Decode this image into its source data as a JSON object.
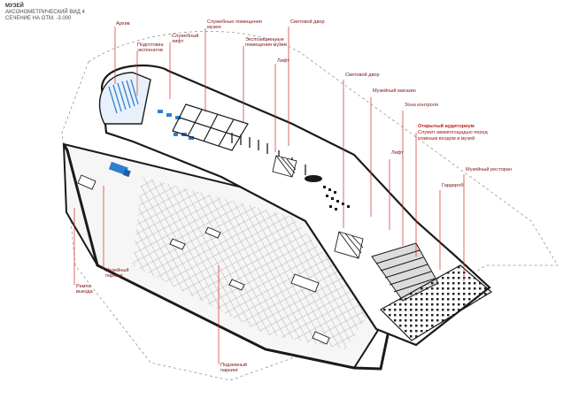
{
  "header": {
    "title": "МУЗЕЙ",
    "line2": "АКСОНОМЕТРИЧЕСКИЙ ВИД 4",
    "line3": "СЕЧЕНИЕ НА ОТМ. -3.000"
  },
  "labels": {
    "archive": "Архив",
    "prep": "Подготовка",
    "prep2": "экспонатов",
    "service_lift": "Служебный",
    "service_lift2": "лифт",
    "service_rooms": "Служебные помещения",
    "service_rooms2": "музея.",
    "exhibit_rooms": "Экспозиционные",
    "exhibit_rooms2": "помещения музея",
    "light_court1": "Световой двор",
    "lift1": "Лифт",
    "light_court2": "Световой двор",
    "museum_shop": "Музейный магазин",
    "control_zone": "Зона контроля",
    "open_auditorium": "Открытый аудиториум",
    "open_auditorium2": "Служит авамплощадью перед",
    "open_auditorium3": "главным входом в музей",
    "lift2": "Лифт",
    "museum_restaurant": "Музейный ресторан",
    "wardrobe": "Гардероб",
    "museum_parking": "Музейный",
    "museum_parking2": "паркинг",
    "exit_ramp": "Рампа",
    "exit_ramp2": "выезда",
    "underground_parking": "Подземный",
    "underground_parking2": "паркинг"
  },
  "colors": {
    "label": "#7a1414",
    "leader": "#d12a2a",
    "accent_blue": "#2f7fd0",
    "wall": "#1a1a1a",
    "floor": "#f4f4f4",
    "parking_lines": "#b9b9b9"
  }
}
